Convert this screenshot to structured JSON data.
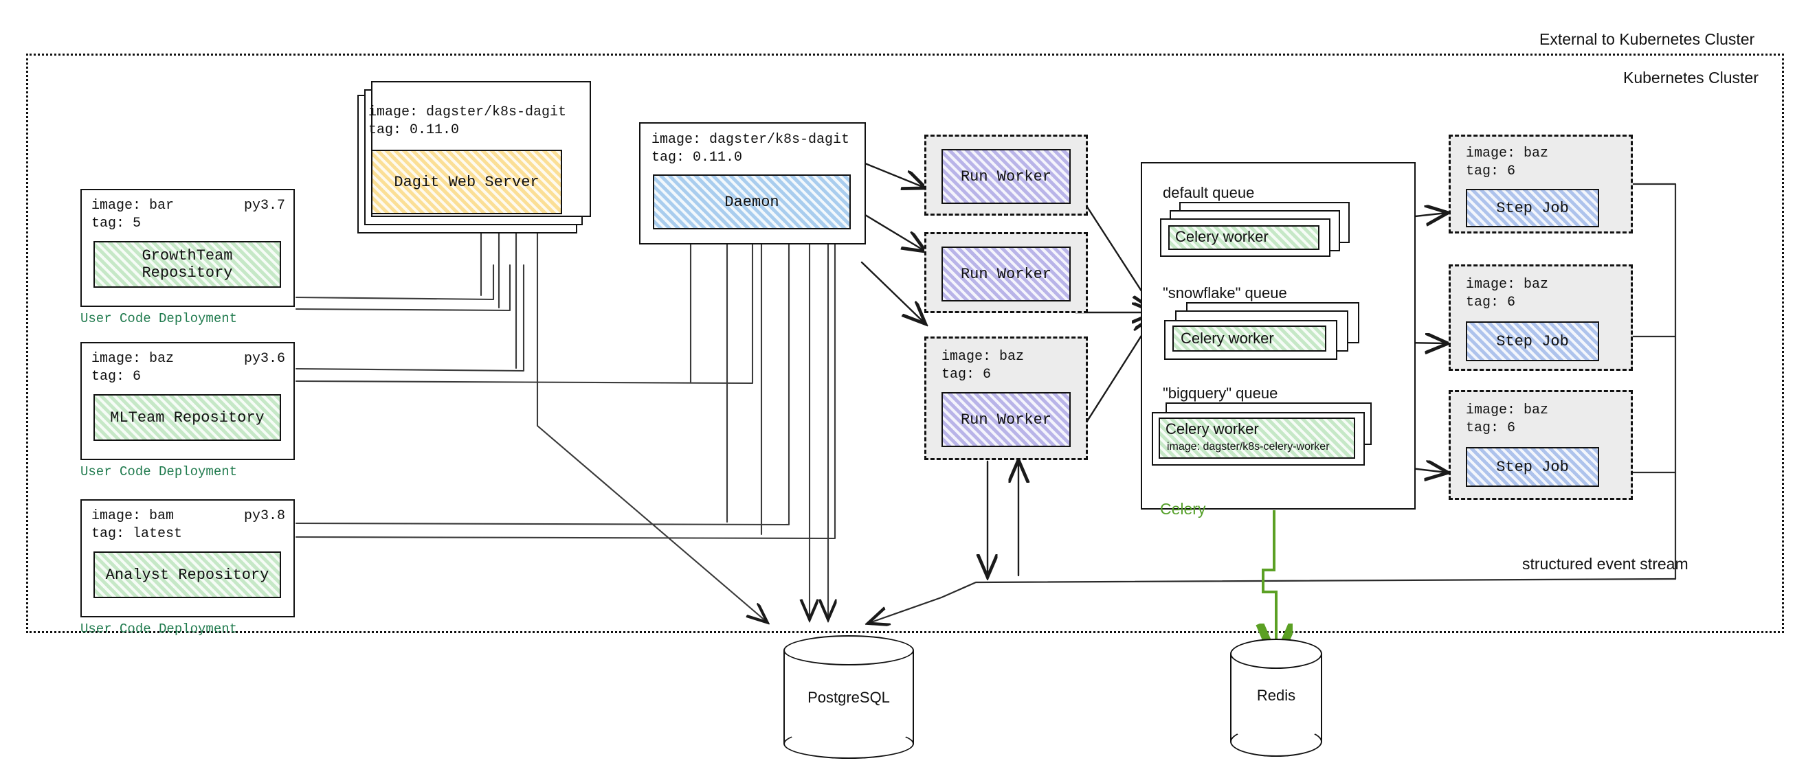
{
  "clusters": {
    "external_label": "External to Kubernetes Cluster",
    "k8s_label": "Kubernetes Cluster",
    "event_stream_label": "structured event stream"
  },
  "user_code_deployments": [
    {
      "image": "image: bar",
      "tag": "tag: 5",
      "python": "py3.7",
      "repository": "GrowthTeam Repository",
      "caption": "User Code Deployment"
    },
    {
      "image": "image: baz",
      "tag": "tag: 6",
      "python": "py3.6",
      "repository": "MLTeam Repository",
      "caption": "User Code Deployment"
    },
    {
      "image": "image: bam",
      "tag": "tag: latest",
      "python": "py3.8",
      "repository": "Analyst Repository",
      "caption": "User Code Deployment"
    }
  ],
  "dagit": {
    "image": "image: dagster/k8s-dagit",
    "tag": "tag: 0.11.0",
    "title": "Dagit Web Server"
  },
  "daemon": {
    "image": "image: dagster/k8s-dagit",
    "tag": "tag: 0.11.0",
    "title": "Daemon"
  },
  "run_workers": [
    {
      "title": "Run Worker",
      "image": "",
      "tag": ""
    },
    {
      "title": "Run Worker",
      "image": "",
      "tag": ""
    },
    {
      "title": "Run Worker",
      "image": "image: baz",
      "tag": "tag: 6"
    }
  ],
  "celery": {
    "label": "Celery",
    "queues": [
      {
        "title": "default queue",
        "worker": "Celery worker",
        "worker_image": ""
      },
      {
        "title": "\"snowflake\" queue",
        "worker": "Celery worker",
        "worker_image": ""
      },
      {
        "title": "\"bigquery\" queue",
        "worker": "Celery worker",
        "worker_image": "image: dagster/k8s-celery-worker"
      }
    ]
  },
  "step_jobs": [
    {
      "image": "image: baz",
      "tag": "tag: 6",
      "title": "Step Job"
    },
    {
      "image": "image: baz",
      "tag": "tag: 6",
      "title": "Step Job"
    },
    {
      "image": "image: baz",
      "tag": "tag: 6",
      "title": "Step Job"
    }
  ],
  "databases": [
    {
      "name": "PostgreSQL"
    },
    {
      "name": "Redis"
    }
  ],
  "colors": {
    "repository_fill": "#c6e8c7",
    "dagit_fill": "#fbdf96",
    "daemon_fill": "#a9cdee",
    "run_worker_fill": "#b9b4e8",
    "step_job_fill": "#aec3ec",
    "celery_worker_fill": "#c6e8c7",
    "deployment_label": "#1f7a4d",
    "celery_label": "#55a02a",
    "pod_bg": "#ececec"
  }
}
